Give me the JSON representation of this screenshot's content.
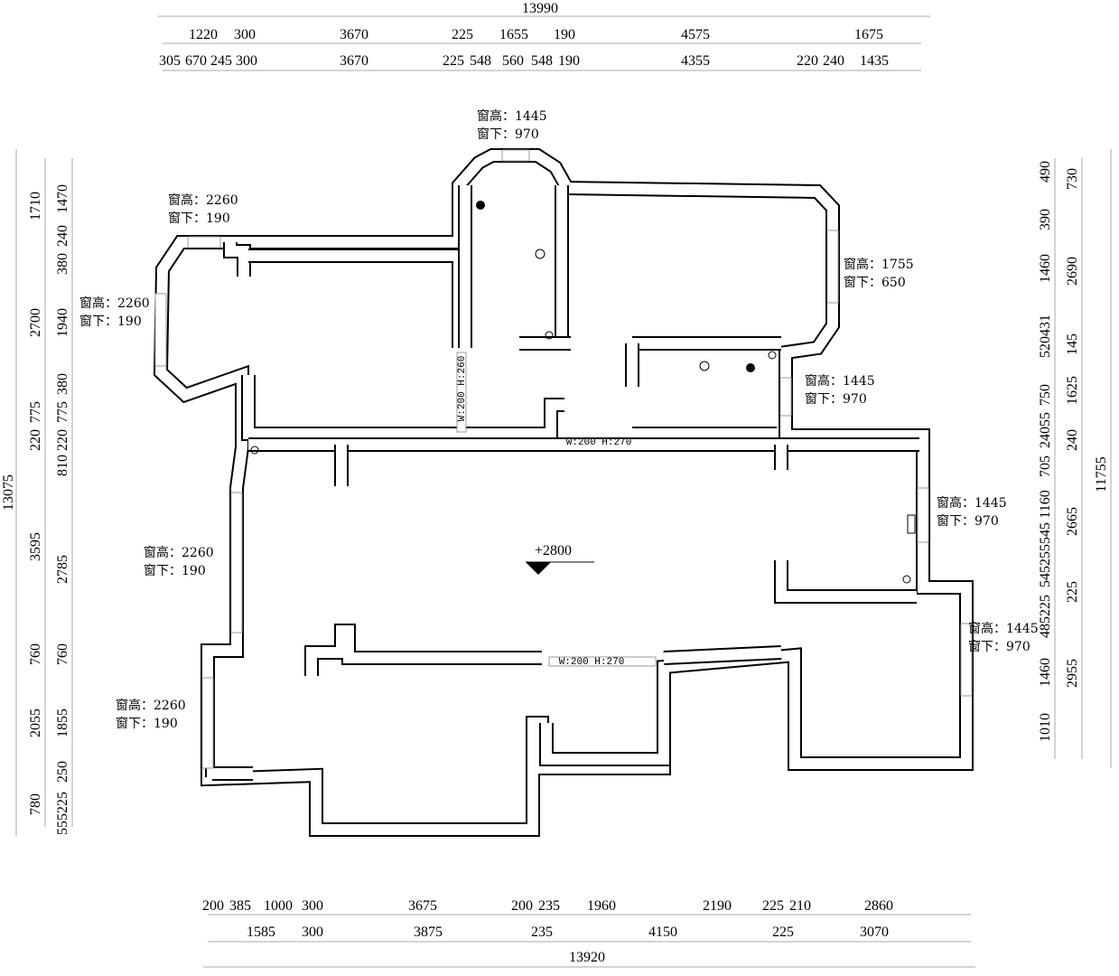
{
  "top_total": "13990",
  "top_row1": [
    "1220",
    "300",
    "3670",
    "225",
    "1655",
    "190",
    "4575",
    "1675"
  ],
  "top_row2": [
    "305",
    "670",
    "245",
    "300",
    "3670",
    "225",
    "548",
    "560",
    "548",
    "190",
    "4355",
    "220",
    "240",
    "1435"
  ],
  "left_total": "13075",
  "left_col1": [
    "1710",
    "2700",
    "775",
    "220",
    "3595",
    "760",
    "2055",
    "780"
  ],
  "left_col2": [
    "1470",
    "240",
    "380",
    "1940",
    "380",
    "775",
    "220",
    "810",
    "2785",
    "760",
    "1855",
    "250",
    "555225"
  ],
  "right_total": "11755",
  "right_col1": [
    "490",
    "390",
    "1460",
    "520431",
    "750",
    "24055",
    "705",
    "1160",
    "545255545",
    "485225",
    "1460",
    "1010"
  ],
  "right_col2": [
    "730",
    "2690",
    "145",
    "1625",
    "240",
    "2665",
    "225",
    "2955"
  ],
  "bottom_total": "13920",
  "bottom_row1": [
    "200",
    "385",
    "1000",
    "300",
    "3675",
    "200",
    "235",
    "1960",
    "2190",
    "225",
    "210",
    "2860"
  ],
  "bottom_row2": [
    "1585",
    "300",
    "3875",
    "235",
    "4150",
    "225",
    "3070"
  ],
  "windows": [
    {
      "h": "窗高：1445",
      "d": "窗下：970"
    },
    {
      "h": "窗高：2260",
      "d": "窗下：190"
    },
    {
      "h": "窗高：2260",
      "d": "窗下：190"
    },
    {
      "h": "窗高：1755",
      "d": "窗下：650"
    },
    {
      "h": "窗高：1445",
      "d": "窗下：970"
    },
    {
      "h": "窗高：1445",
      "d": "窗下：970"
    },
    {
      "h": "窗高：1445",
      "d": "窗下：970"
    },
    {
      "h": "窗高：2260",
      "d": "窗下：190"
    },
    {
      "h": "窗高：2260",
      "d": "窗下：190"
    }
  ],
  "elevation": "+2800",
  "openings": [
    "W:200 H:270",
    "W:200 H:260",
    "W:200 H:270"
  ]
}
